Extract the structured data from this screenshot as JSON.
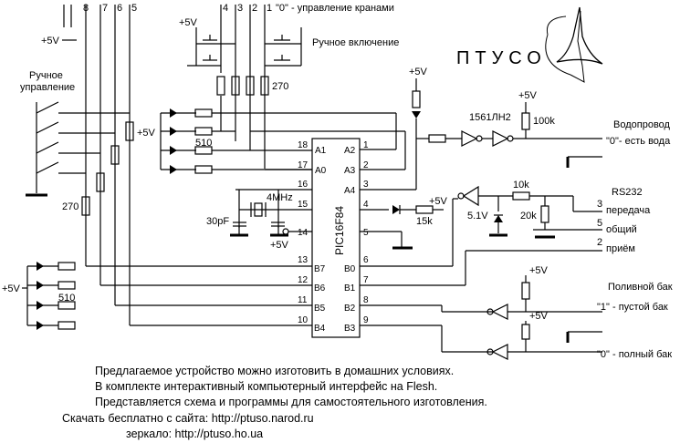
{
  "title": "ПТУСО",
  "labels": {
    "plus5v": "+5V",
    "manual_control": "Ручное\nуправление",
    "manual_on": "Ручное включение",
    "valve_ctrl": "\"0\" - управление кранами",
    "water_supply": "Водопровод",
    "water_present": "\"0\"- есть вода",
    "rs232": "RS232",
    "transmit": "передача",
    "common": "общий",
    "receive": "приём",
    "tank": "Поливной бак",
    "tank_empty": "\"1\" - пустой бак",
    "tank_full": "\"0\" - полный бак",
    "chip": "PIC16F84",
    "ic_ln2": "1561ЛН2",
    "r_100k": "100k",
    "r_10k": "10k",
    "r_20k": "20k",
    "r_15k": "15k",
    "r_270a": "270",
    "r_270b": "270",
    "r_510a": "510",
    "r_510b": "510",
    "c_30pf": "30pF",
    "xtal": "4MHz",
    "zener": "5.1V"
  },
  "connector_top_left": [
    "8",
    "7",
    "6",
    "5"
  ],
  "connector_top_right": [
    "4",
    "3",
    "2",
    "1"
  ],
  "connector_rs232": [
    "3",
    "5",
    "2"
  ],
  "pins": {
    "left": [
      {
        "num": "18",
        "name": "A1"
      },
      {
        "num": "17",
        "name": "A0"
      },
      {
        "num": "16",
        "name": ""
      },
      {
        "num": "15",
        "name": ""
      },
      {
        "num": "14",
        "name": ""
      },
      {
        "num": "13",
        "name": "B7"
      },
      {
        "num": "12",
        "name": "B6"
      },
      {
        "num": "11",
        "name": "B5"
      },
      {
        "num": "10",
        "name": "B4"
      }
    ],
    "right": [
      {
        "num": "1",
        "name": "A2"
      },
      {
        "num": "2",
        "name": "A3"
      },
      {
        "num": "3",
        "name": "A4"
      },
      {
        "num": "4",
        "name": ""
      },
      {
        "num": "5",
        "name": ""
      },
      {
        "num": "6",
        "name": "B0"
      },
      {
        "num": "7",
        "name": "B1"
      },
      {
        "num": "8",
        "name": "B2"
      },
      {
        "num": "9",
        "name": "B3"
      }
    ]
  },
  "footer": {
    "line1": "Предлагаемое устройство можно изготовить в домашних условиях.",
    "line2": "В комплекте интерактивный компьютерный интерфейс на Flesh.",
    "line3": "Представляется схема и программы для самостоятельного изготовления.",
    "line4": "Скачать бесплатно с сайта:  http://ptuso.narod.ru",
    "line5": "зеркало:  http://ptuso.ho.ua"
  }
}
